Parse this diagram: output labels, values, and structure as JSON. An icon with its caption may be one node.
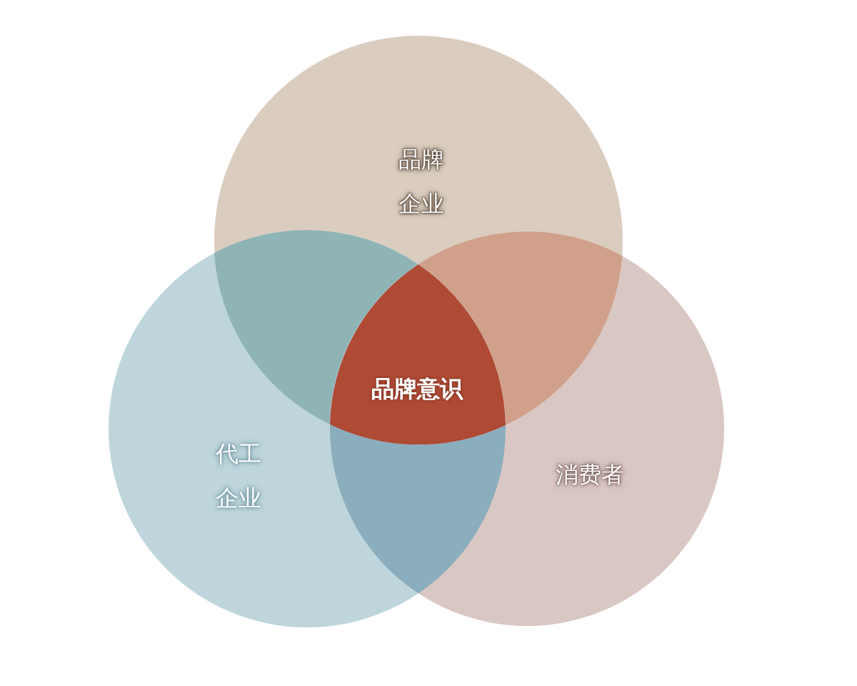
{
  "diagram": {
    "nodes": [
      {
        "text": [
          "品牌企业"
        ]
      },
      {
        "text": [
          "代工企业"
        ]
      },
      {
        "text": [
          "消费者"
        ]
      },
      {
        "text": [
          "品牌意识"
        ]
      },
      {
        "text": [],
        "shape": "lens"
      },
      {
        "text": [],
        "shape": "lens"
      },
      {
        "text": [],
        "shape": "lens"
      }
    ]
  }
}
